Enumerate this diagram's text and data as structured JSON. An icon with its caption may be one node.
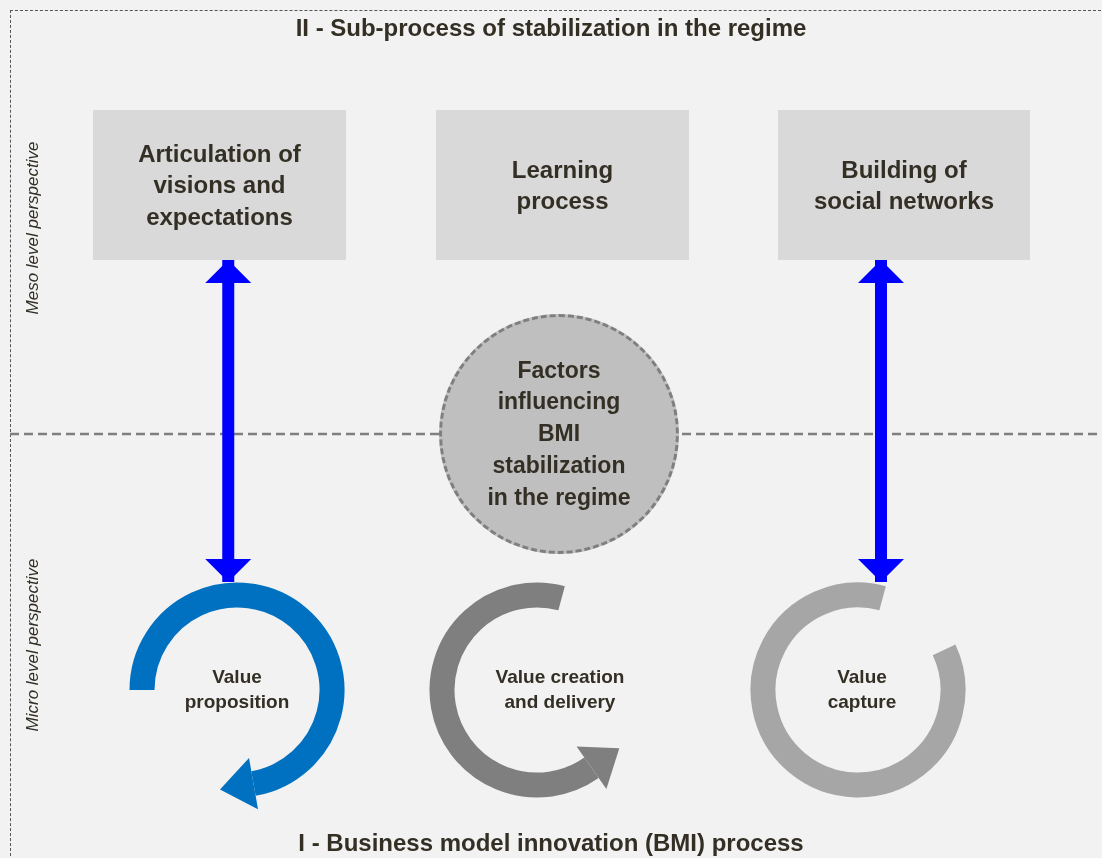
{
  "diagram": {
    "nodes": [
      {
        "text": [
          "Articulation of visions and expectations"
        ]
      },
      {
        "text": [
          "Learning process"
        ]
      },
      {
        "text": [
          "Building of social networks"
        ]
      },
      {
        "text": [
          "Factors influencing BMI stabilization in the regime"
        ]
      },
      {
        "text": [
          "Value proposition"
        ]
      },
      {
        "text": [
          "Value creation and delivery"
        ]
      },
      {
        "text": [
          "Value capture"
        ]
      }
    ],
    "edges": [
      {
        "from": 0,
        "to": 4,
        "arrow": "both"
      },
      {
        "from": 2,
        "to": 6,
        "arrow": "both"
      }
    ],
    "labels": [
      "II - Sub-process of stabilization in the regime",
      "Meso level perspective",
      "Micro level perspective",
      "I - Business model innovation (BMI) process"
    ]
  }
}
